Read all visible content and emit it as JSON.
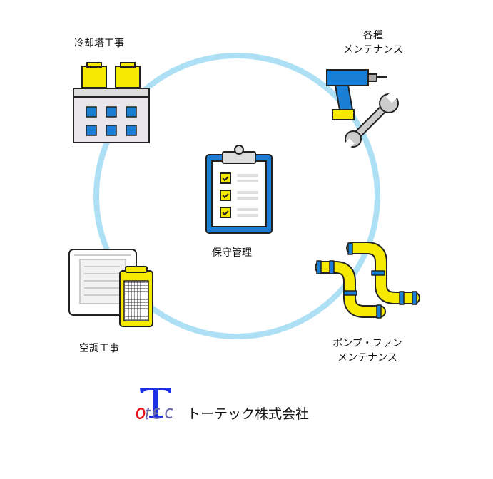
{
  "center_label": "保守管理",
  "items": [
    {
      "label": "冷却塔工事"
    },
    {
      "label_line1": "各種",
      "label_line2": "メンテナンス"
    },
    {
      "label_line1": "ポンプ・ファン",
      "label_line2": "メンテナンス"
    },
    {
      "label": "空調工事"
    }
  ],
  "company": {
    "logo_text": "ToTEC",
    "name": "トーテック株式会社"
  },
  "colors": {
    "ring": "#aee0f5",
    "blue": "#1a7fd4",
    "yellow": "#f5ea00",
    "outline": "#222222"
  }
}
